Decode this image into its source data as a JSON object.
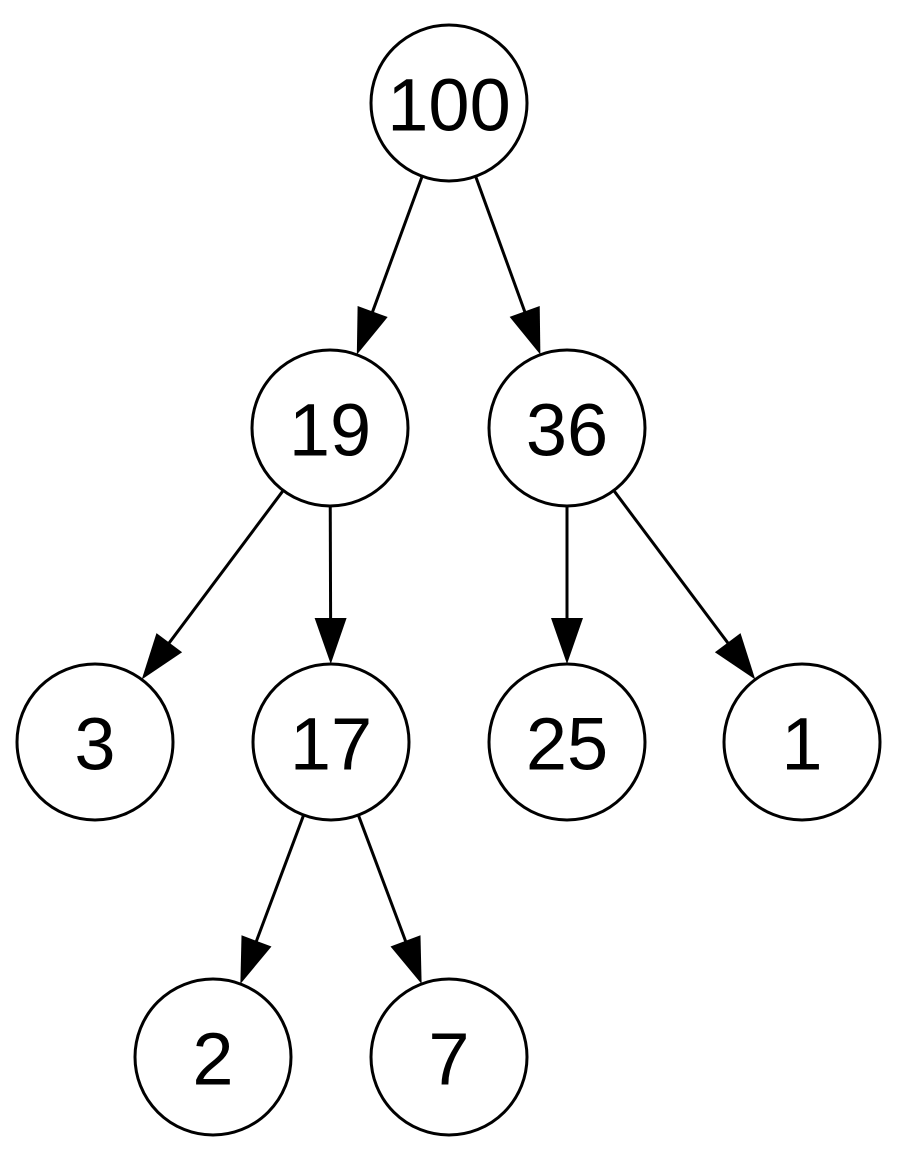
{
  "diagram": {
    "type": "binary-tree",
    "colors": {
      "stroke": "#000000",
      "fill": "#ffffff",
      "text": "#000000"
    },
    "nodes": [
      {
        "id": "n100",
        "label": "100"
      },
      {
        "id": "n19",
        "label": "19"
      },
      {
        "id": "n36",
        "label": "36"
      },
      {
        "id": "n3",
        "label": "3"
      },
      {
        "id": "n17",
        "label": "17"
      },
      {
        "id": "n25",
        "label": "25"
      },
      {
        "id": "n1",
        "label": "1"
      },
      {
        "id": "n2",
        "label": "2"
      },
      {
        "id": "n7",
        "label": "7"
      }
    ],
    "edges": [
      {
        "from": "n100",
        "to": "n19"
      },
      {
        "from": "n100",
        "to": "n36"
      },
      {
        "from": "n19",
        "to": "n3"
      },
      {
        "from": "n19",
        "to": "n17"
      },
      {
        "from": "n36",
        "to": "n25"
      },
      {
        "from": "n36",
        "to": "n1"
      },
      {
        "from": "n17",
        "to": "n2"
      },
      {
        "from": "n17",
        "to": "n7"
      }
    ]
  }
}
